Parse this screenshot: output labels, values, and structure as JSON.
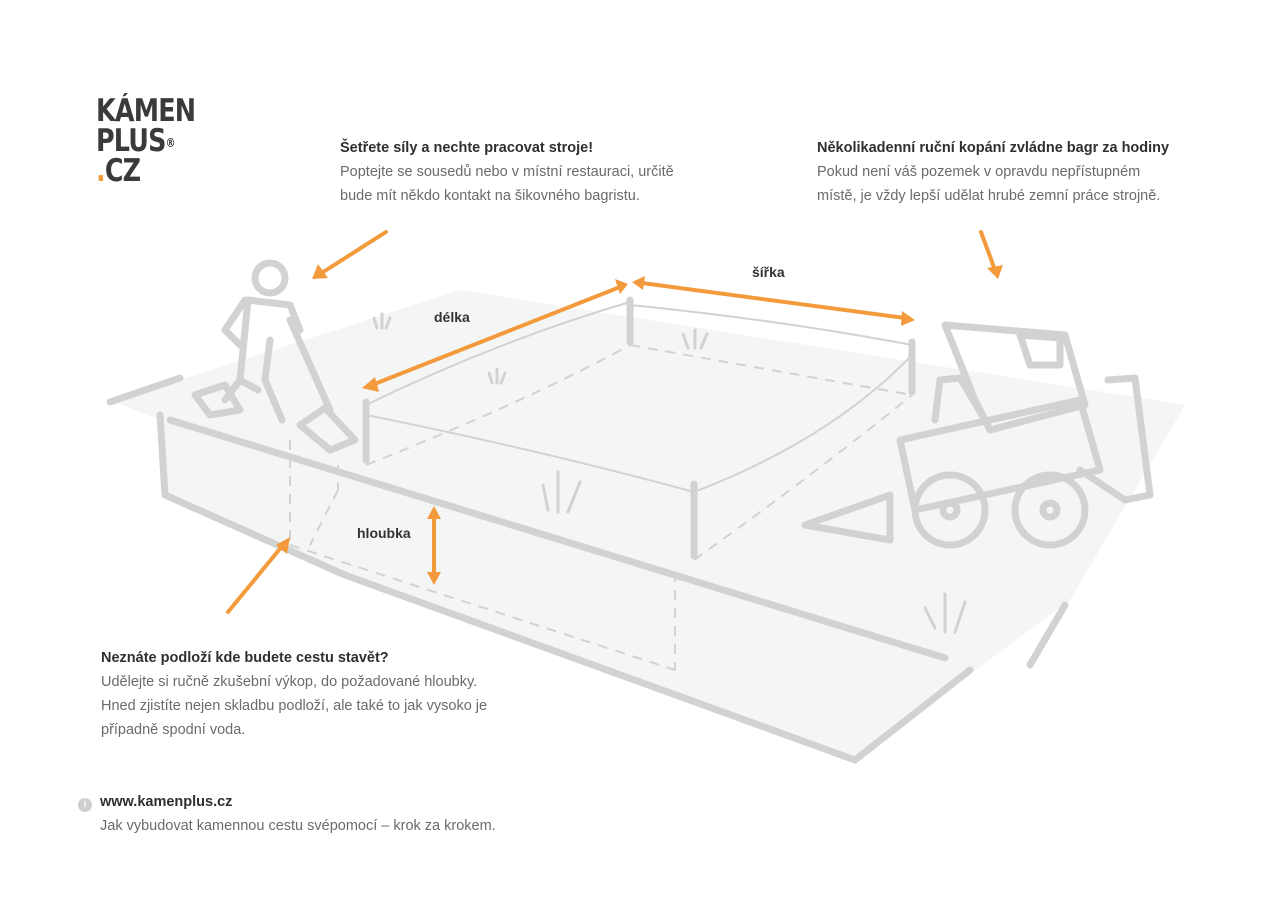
{
  "logo": {
    "line1": "KÁMEN",
    "line2": "PLUS",
    "reg": "®",
    "dot": ".",
    "line3": "CZ"
  },
  "notes": {
    "machines": {
      "title": "Šetřete síly a nechte pracovat stroje!",
      "lines": [
        "Poptejte se sousedů nebo v místní restauraci, určitě",
        "bude mít někdo kontakt na šikovného bagristu."
      ]
    },
    "excavator": {
      "title": "Několikadenní ruční kopání zvládne bagr za hodiny",
      "lines": [
        "Pokud není váš pozemek v opravdu nepřístupném",
        "místě, je vždy lepší udělat hrubé zemní práce strojně."
      ]
    },
    "subsoil": {
      "title": "Neznáte podloží kde budete cestu stavět?",
      "lines": [
        "Udělejte si ručně zkušební výkop, do požadované hloubky.",
        "Hned zjistíte nejen skladbu podloží, ale také to jak vysoko je",
        "případně spodní voda."
      ]
    }
  },
  "dimensions": {
    "length": "délka",
    "width": "šířka",
    "depth": "hloubka"
  },
  "footer": {
    "url": "www.kamenplus.cz",
    "subtitle": "Jak vybudovat kamennou cestu svépomocí – krok za krokem.",
    "icon": "info-icon"
  },
  "colors": {
    "accent": "#f39a3c",
    "stroke": "#d2d2d2",
    "ground": "#f4f6f5",
    "text": "#333333"
  }
}
